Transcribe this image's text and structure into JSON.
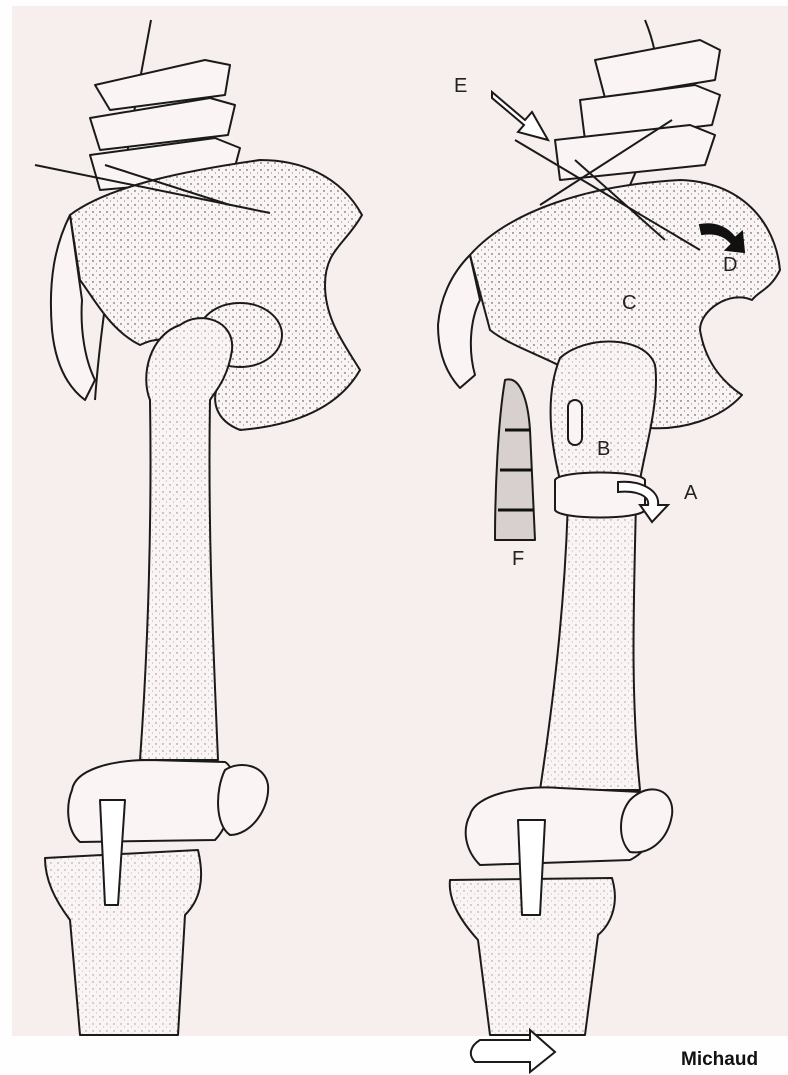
{
  "figure": {
    "labels": {
      "a": "A",
      "b": "B",
      "c": "C",
      "d": "D",
      "e": "E",
      "f": "F"
    },
    "credit": "Michaud",
    "paper_color": "#f7eeee",
    "ink_color": "#1a1a1a"
  }
}
